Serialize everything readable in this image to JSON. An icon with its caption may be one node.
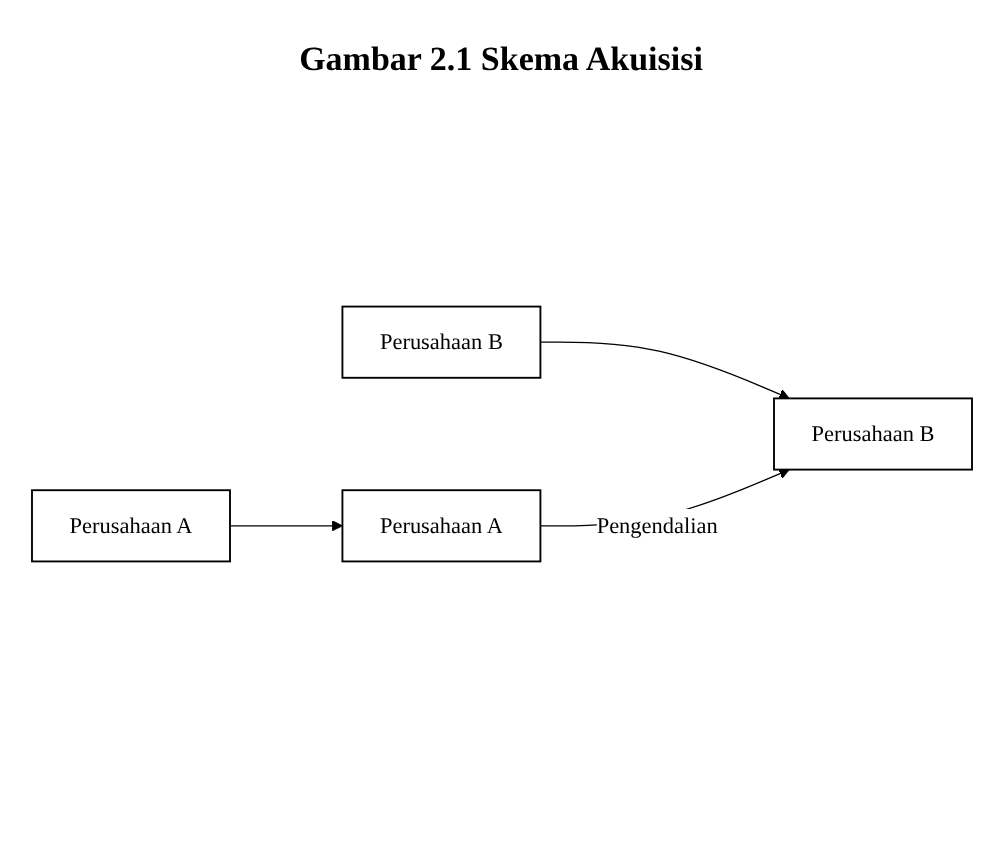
{
  "diagram": {
    "title": "Gambar 2.1 Skema Akuisisi",
    "nodes": [
      {
        "text": [
          "Perusahaan A"
        ]
      },
      {
        "text": [
          "Perusahaan A"
        ]
      },
      {
        "text": [
          "Perusahaan B"
        ]
      },
      {
        "text": [
          "Perusahaan B"
        ]
      }
    ],
    "edges": [
      {
        "from": 0,
        "to": 1,
        "arrow": "to"
      },
      {
        "from": 2,
        "to": 3,
        "arrow": "to"
      },
      {
        "from": 1,
        "to": 3,
        "arrow": "to",
        "label": "Pengendalian"
      }
    ]
  }
}
